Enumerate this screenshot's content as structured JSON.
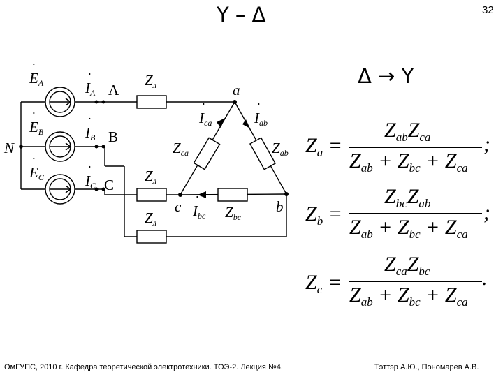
{
  "header": {
    "title": "Y – Δ",
    "page_number": "32",
    "section_title": "Δ → Y"
  },
  "footer": {
    "left": "ОмГУПС, 2010 г. Кафедра теоретической электротехники. ТОЭ-2. Лекция №4.",
    "right": "Тэттэр А.Ю., Пономарев А.В."
  },
  "circuit": {
    "sources": [
      {
        "emf": "E",
        "sub": "A",
        "current": "I",
        "current_sub": "A",
        "node": "A"
      },
      {
        "emf": "E",
        "sub": "B",
        "current": "I",
        "current_sub": "B",
        "node": "B"
      },
      {
        "emf": "E",
        "sub": "C",
        "current": "I",
        "current_sub": "C",
        "node": "C"
      }
    ],
    "neutral": "N",
    "line_impedance": {
      "name": "Z",
      "sub": "л"
    },
    "delta_nodes": [
      "a",
      "b",
      "c"
    ],
    "delta_impedances": [
      {
        "name": "Z",
        "sub": "ab"
      },
      {
        "name": "Z",
        "sub": "bc"
      },
      {
        "name": "Z",
        "sub": "ca"
      }
    ],
    "delta_currents": [
      {
        "name": "I",
        "sub": "ab"
      },
      {
        "name": "I",
        "sub": "bc"
      },
      {
        "name": "I",
        "sub": "ca"
      }
    ]
  },
  "formulas": [
    {
      "lhs": "Z",
      "lhs_sub": "a",
      "num": [
        [
          "Z",
          "ab"
        ],
        [
          "Z",
          "ca"
        ]
      ],
      "den": [
        [
          "Z",
          "ab"
        ],
        [
          "Z",
          "bc"
        ],
        [
          "Z",
          "ca"
        ]
      ],
      "end": ";"
    },
    {
      "lhs": "Z",
      "lhs_sub": "b",
      "num": [
        [
          "Z",
          "bc"
        ],
        [
          "Z",
          "ab"
        ]
      ],
      "den": [
        [
          "Z",
          "ab"
        ],
        [
          "Z",
          "bc"
        ],
        [
          "Z",
          "ca"
        ]
      ],
      "end": ";"
    },
    {
      "lhs": "Z",
      "lhs_sub": "c",
      "num": [
        [
          "Z",
          "ca"
        ],
        [
          "Z",
          "bc"
        ]
      ],
      "den": [
        [
          "Z",
          "ab"
        ],
        [
          "Z",
          "bc"
        ],
        [
          "Z",
          "ca"
        ]
      ],
      "end": "."
    }
  ],
  "symbols": {
    "equals": "=",
    "plus": "+"
  }
}
